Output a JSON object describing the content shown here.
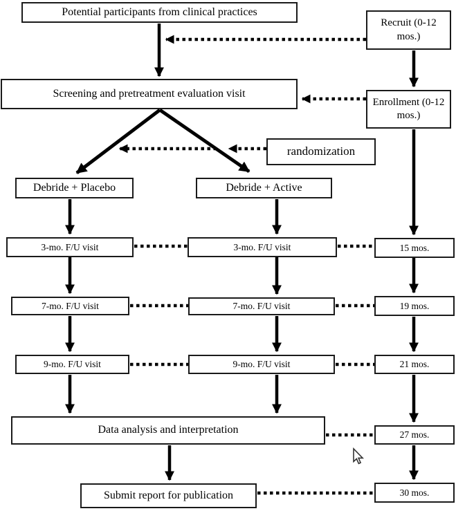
{
  "diagram": {
    "title": "Clinical trial study flow diagram",
    "boxes": {
      "potential": "Potential participants from clinical practices",
      "recruit": "Recruit (0-12 mos.)",
      "screening": "Screening and pretreatment evaluation visit",
      "enrollment": "Enrollment (0-12 mos.)",
      "randomization": "randomization",
      "debride_placebo": "Debride + Placebo",
      "debride_active": "Debride + Active",
      "fu3_left": "3-mo. F/U visit",
      "fu3_center": "3-mo. F/U visit",
      "mos15": "15 mos.",
      "fu7_left": "7-mo. F/U visit",
      "fu7_center": "7-mo. F/U visit",
      "mos19": "19 mos.",
      "fu9_left": "9-mo. F/U visit",
      "fu9_center": "9-mo. F/U visit",
      "mos21": "21 mos.",
      "data_analysis": "Data analysis and interpretation",
      "mos27": "27 mos.",
      "submit": "Submit report for publication",
      "mos30": "30 mos."
    },
    "colors": {
      "line": "#000000",
      "box_border": "#1a1a1a",
      "box_fill": "#ffffff",
      "background": "#ffffff",
      "text": "#000000"
    }
  }
}
